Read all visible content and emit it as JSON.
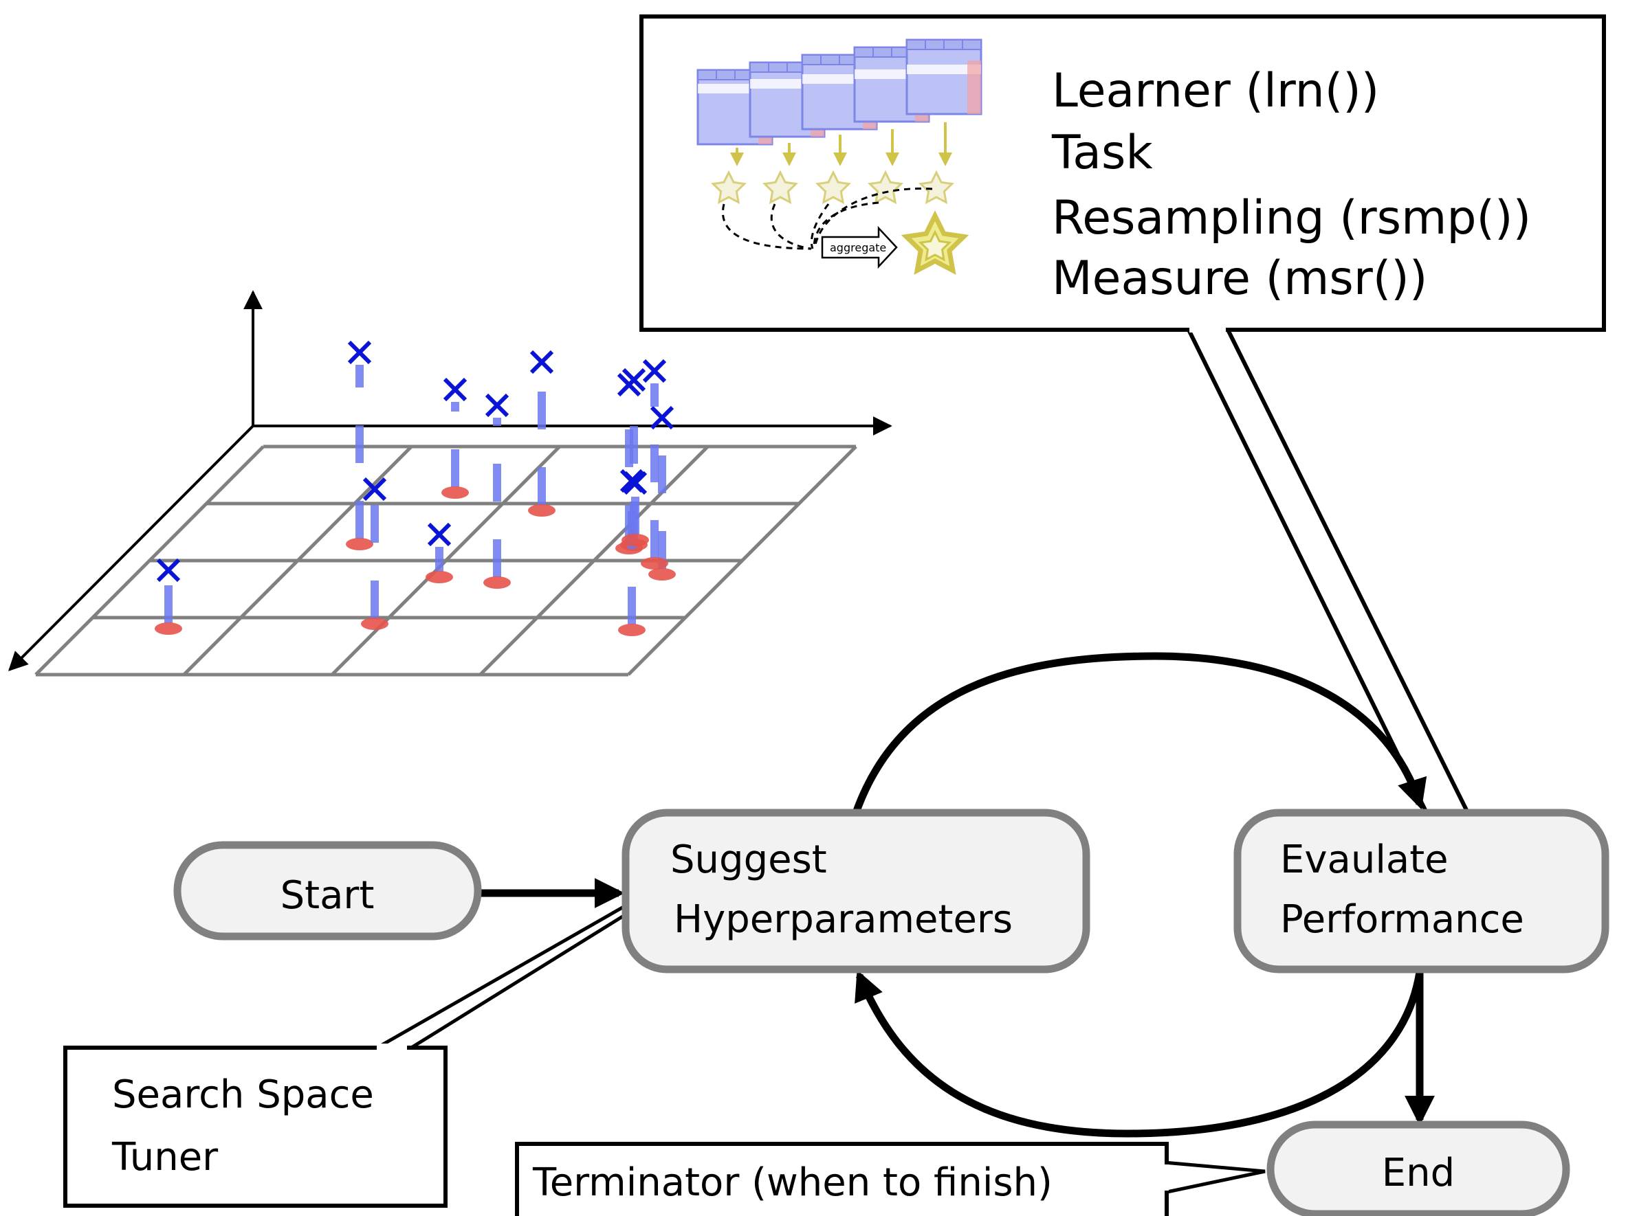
{
  "flow": {
    "start_label": "Start",
    "suggest_label_line1": "Suggest",
    "suggest_label_line2": "Hyperparameters",
    "evaluate_label_line1": "Evaulate",
    "evaluate_label_line2": "Performance",
    "end_label": "End"
  },
  "callouts": {
    "evaluation": {
      "lines": [
        "Learner (lrn())",
        "Task",
        "Resampling (rsmp())",
        "Measure (msr())"
      ],
      "aggregate_label": "aggregate"
    },
    "search": {
      "lines": [
        "Search Space",
        "Tuner"
      ]
    },
    "terminator": {
      "label": "Terminator (when to finish)"
    }
  },
  "colors": {
    "box_fill": "#f2f2f2",
    "box_stroke": "#808080",
    "marker_blue": "#0a14d6",
    "stem_blue": "#6b78f0",
    "point_red": "#e5534b",
    "grid_gray": "#808080",
    "star_yellow": "#cfc34a"
  }
}
